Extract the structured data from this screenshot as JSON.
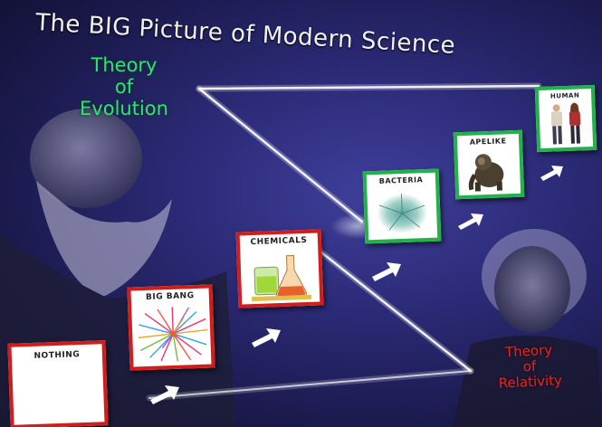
{
  "title": "The BIG Picture of Modern Science",
  "evolution": {
    "line1": "Theory",
    "line2": "of",
    "line3": "Evolution"
  },
  "relativity": {
    "line1": "Theory",
    "line2": "of",
    "line3": "Relativity"
  },
  "stages": [
    {
      "label": "NOTHING",
      "frame": "red"
    },
    {
      "label": "BIG BANG",
      "frame": "red"
    },
    {
      "label": "CHEMICALS",
      "frame": "red"
    },
    {
      "label": "BACTERIA",
      "frame": "green"
    },
    {
      "label": "APELIKE",
      "frame": "green"
    },
    {
      "label": "HUMAN",
      "frame": "green"
    }
  ],
  "colors": {
    "evolution_text": "#34e07a",
    "relativity_text": "#e02a24",
    "red_frame": "#d21d1d",
    "green_frame": "#23b14a",
    "background": "#2c2b78"
  }
}
